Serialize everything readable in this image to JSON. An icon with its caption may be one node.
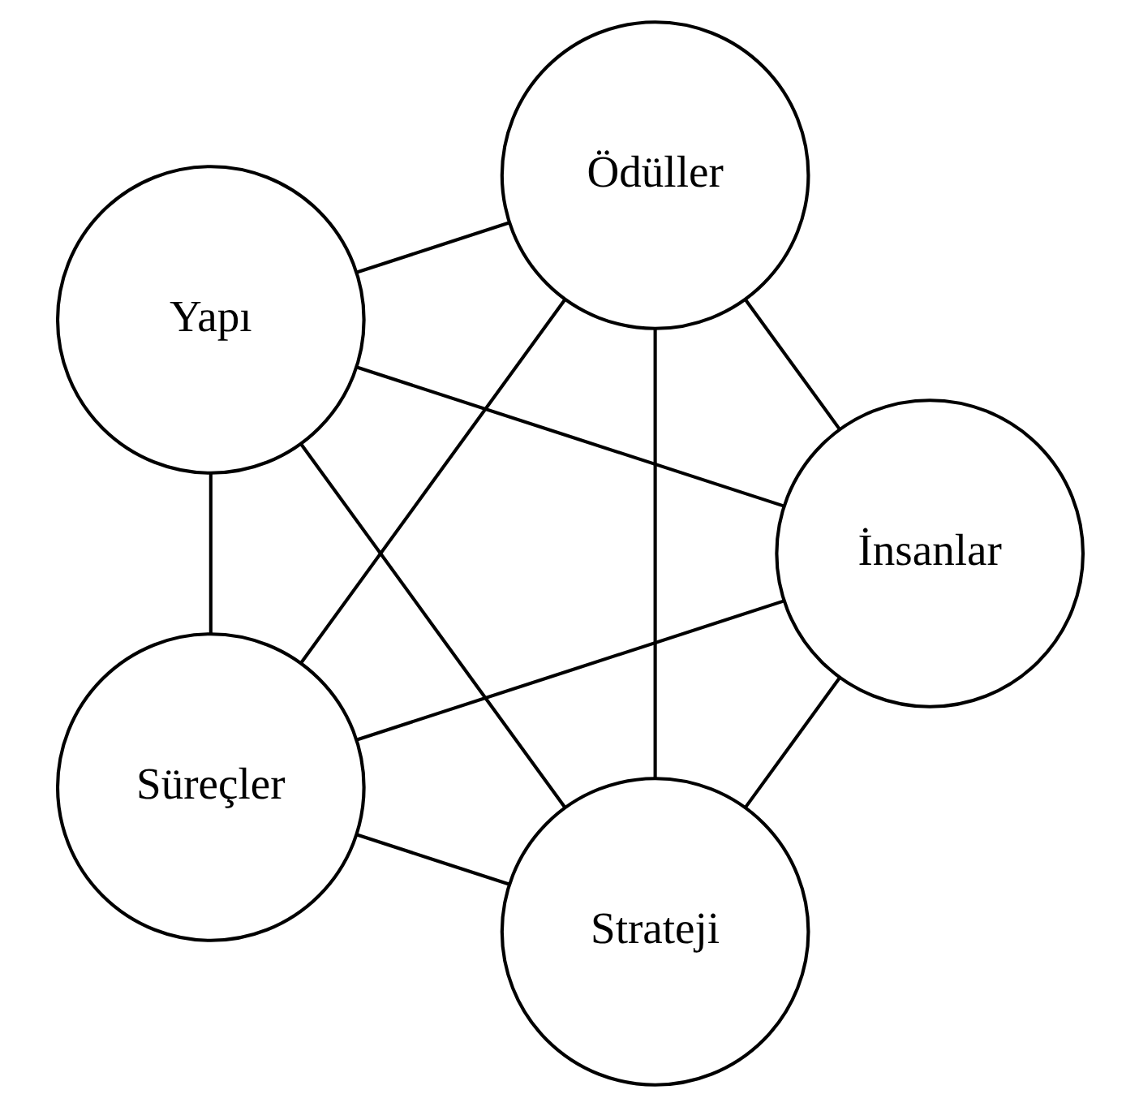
{
  "diagram": {
    "nodes": [
      {
        "text": [
          "Strateji"
        ]
      },
      {
        "text": [
          "İnsanlar"
        ]
      },
      {
        "text": [
          "Yapı"
        ]
      },
      {
        "text": [
          "Ödüller"
        ]
      },
      {
        "text": [
          "Süreçler"
        ]
      }
    ],
    "edges": [
      {
        "from": 0,
        "to": 1,
        "arrow": "none"
      },
      {
        "from": 0,
        "to": 2,
        "arrow": "none"
      },
      {
        "from": 0,
        "to": 3,
        "arrow": "none"
      },
      {
        "from": 0,
        "to": 4,
        "arrow": "none"
      },
      {
        "from": 1,
        "to": 2,
        "arrow": "none"
      },
      {
        "from": 1,
        "to": 4,
        "arrow": "none"
      },
      {
        "from": 1,
        "to": 3,
        "arrow": "none"
      },
      {
        "from": 2,
        "to": 3,
        "arrow": "none"
      },
      {
        "from": 2,
        "to": 4,
        "arrow": "none"
      },
      {
        "from": 3,
        "to": 4,
        "arrow": "none"
      }
    ]
  }
}
